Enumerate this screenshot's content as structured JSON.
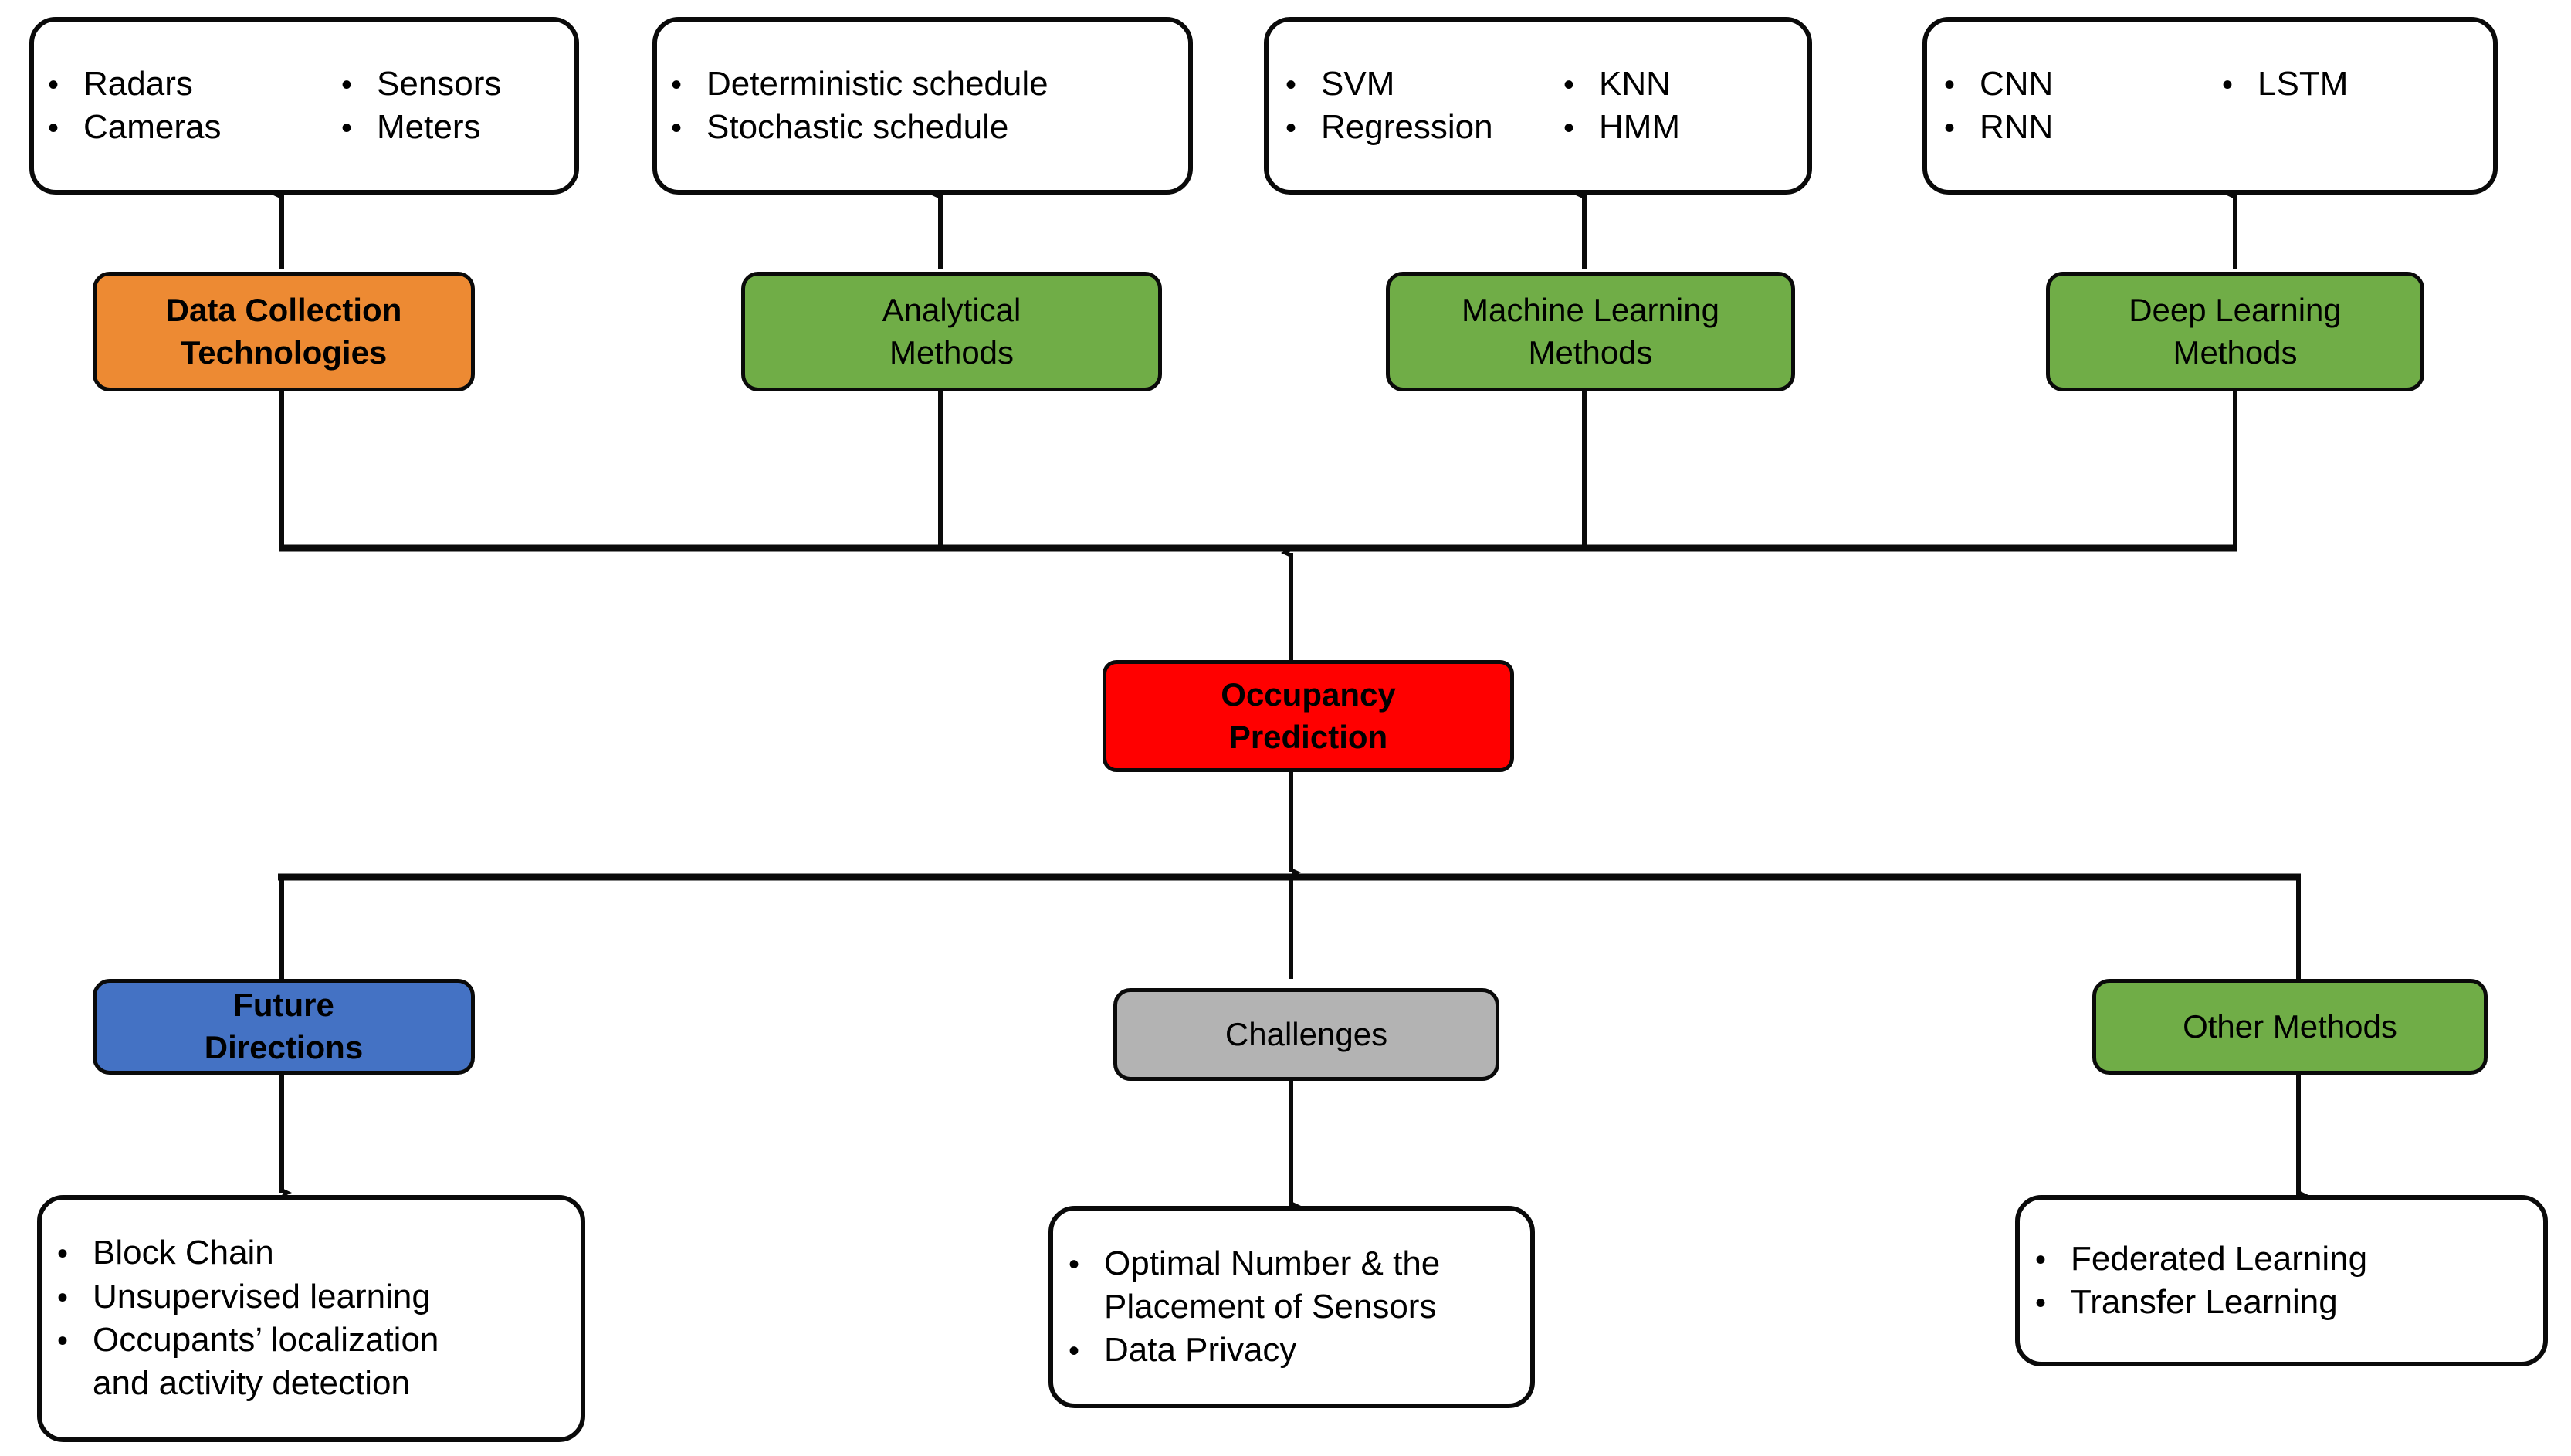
{
  "diagram": {
    "title": "Occupancy Prediction",
    "colors": {
      "orange": "#ED8A33",
      "green": "#70AD47",
      "red": "#FF0000",
      "blue": "#4472C4",
      "gray": "#B3B3B3",
      "white": "#FFFFFF",
      "stroke": "#0A0A0A",
      "text": "#000000"
    },
    "root": {
      "label": "Occupancy\nPrediction",
      "fill_color": "#FF0000"
    },
    "upper_branches": [
      {
        "id": "data-collection-technologies",
        "label": "Data Collection\nTechnologies",
        "fill_color": "#ED8A33",
        "items_left": [
          "Radars",
          "Cameras"
        ],
        "items_right": [
          "Sensors",
          "Meters"
        ]
      },
      {
        "id": "analytical-methods",
        "label": "Analytical\nMethods",
        "fill_color": "#70AD47",
        "items_left": [
          "Deterministic schedule",
          "Stochastic schedule"
        ],
        "items_right": []
      },
      {
        "id": "machine-learning-methods",
        "label": "Machine Learning\nMethods",
        "fill_color": "#70AD47",
        "items_left": [
          "SVM",
          "Regression"
        ],
        "items_right": [
          "KNN",
          "HMM"
        ]
      },
      {
        "id": "deep-learning-methods",
        "label": "Deep Learning\nMethods",
        "fill_color": "#70AD47",
        "items_left": [
          "CNN",
          "RNN"
        ],
        "items_right": [
          "LSTM"
        ]
      }
    ],
    "lower_branches": [
      {
        "id": "future-directions",
        "label": "Future\nDirections",
        "fill_color": "#4472C4",
        "items_left": [
          "Block Chain",
          "Unsupervised learning",
          "Occupants’ localization\nand activity detection"
        ],
        "items_right": []
      },
      {
        "id": "challenges",
        "label": "Challenges",
        "fill_color": "#B3B3B3",
        "items_left": [
          "Optimal Number & the\nPlacement of Sensors",
          "Data Privacy"
        ],
        "items_right": []
      },
      {
        "id": "other-methods",
        "label": "Other Methods",
        "fill_color": "#70AD47",
        "items_left": [
          "Federated Learning",
          "Transfer Learning"
        ],
        "items_right": []
      }
    ],
    "bullet_glyph": "•"
  }
}
